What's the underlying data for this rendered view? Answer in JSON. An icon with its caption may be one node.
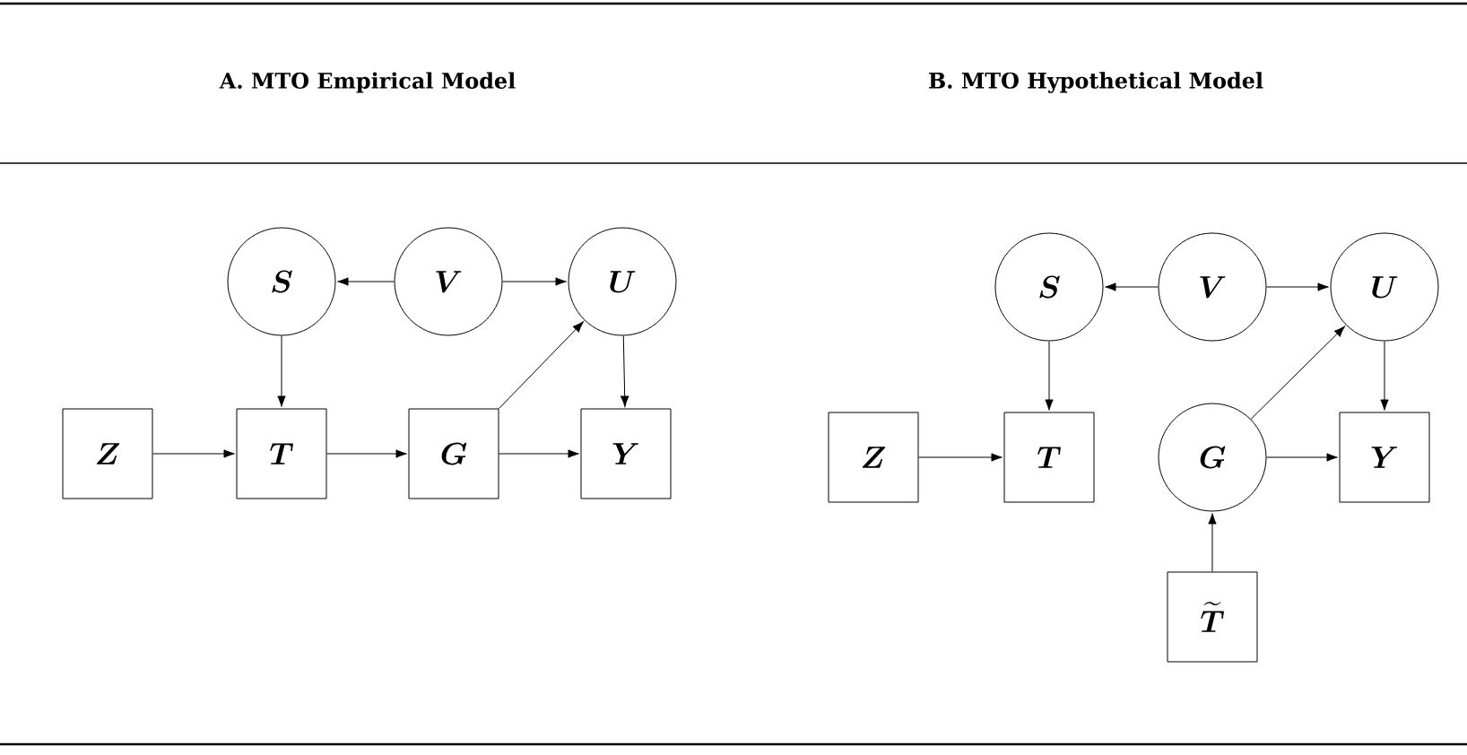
{
  "diagram": {
    "nodes": [
      {
        "text": [
          "\\boldsymbol{S}"
        ]
      },
      {
        "text": [
          "\\boldsymbol{V}"
        ]
      },
      {
        "text": [
          "\\boldsymbol{U}"
        ]
      },
      {
        "text": [
          "\\boldsymbol{Z}"
        ]
      },
      {
        "text": [
          "\\boldsymbol{T}"
        ]
      },
      {
        "text": [
          "\\boldsymbol{G}"
        ]
      },
      {
        "text": [
          "\\boldsymbol{Y}"
        ]
      },
      {
        "text": [
          "\\boldsymbol{S}"
        ]
      },
      {
        "text": [
          "\\boldsymbol{V}"
        ]
      },
      {
        "text": [
          "\\boldsymbol{U}"
        ]
      },
      {
        "text": [
          "\\boldsymbol{Z}"
        ]
      },
      {
        "text": [
          "\\boldsymbol{T}"
        ]
      },
      {
        "text": [
          "\\boldsymbol{G}"
        ]
      },
      {
        "text": [
          "\\boldsymbol{Y}"
        ]
      },
      {
        "text": [
          "\\widetilde{\\boldsymbol{T}}"
        ]
      }
    ],
    "edges": [
      {
        "from": 1,
        "to": 0,
        "arrow": "to"
      },
      {
        "from": 1,
        "to": 2,
        "arrow": "to"
      },
      {
        "from": 0,
        "to": 4,
        "arrow": "to"
      },
      {
        "from": 3,
        "to": 4,
        "arrow": "to"
      },
      {
        "from": 4,
        "to": 5,
        "arrow": "to"
      },
      {
        "from": 5,
        "to": 6,
        "arrow": "to"
      },
      {
        "from": 5,
        "to": 2,
        "arrow": "to"
      },
      {
        "from": 2,
        "to": 6,
        "arrow": "to"
      },
      {
        "from": 8,
        "to": 7,
        "arrow": "to"
      },
      {
        "from": 8,
        "to": 9,
        "arrow": "to"
      },
      {
        "from": 7,
        "to": 11,
        "arrow": "to"
      },
      {
        "from": 10,
        "to": 11,
        "arrow": "to"
      },
      {
        "from": 12,
        "to": 9,
        "arrow": "to"
      },
      {
        "from": 12,
        "to": 13,
        "arrow": "to"
      },
      {
        "from": 9,
        "to": 13,
        "arrow": "to"
      },
      {
        "from": 14,
        "to": 12,
        "arrow": "to"
      }
    ],
    "labels": [
      "A. MTO Empirical Model",
      "B. MTO Hypothetical Model"
    ]
  }
}
